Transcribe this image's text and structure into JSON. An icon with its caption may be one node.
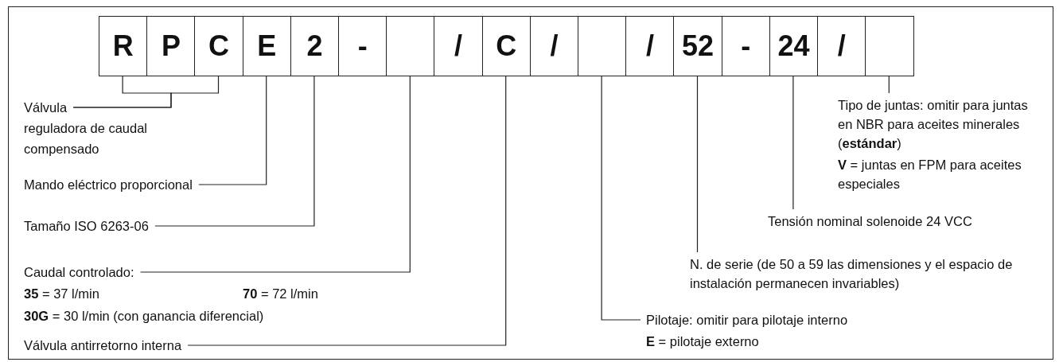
{
  "diagram": {
    "nodes": [
      {
        "text": [
          "R"
        ]
      },
      {
        "text": [
          "P"
        ]
      },
      {
        "text": [
          "C"
        ]
      },
      {
        "text": [
          "E"
        ]
      },
      {
        "text": [
          "2"
        ]
      },
      {
        "text": [
          "-"
        ]
      },
      {
        "text": [],
        "shape": "box"
      },
      {
        "text": [
          "/"
        ]
      },
      {
        "text": [
          "C"
        ]
      },
      {
        "text": [
          "/"
        ]
      },
      {
        "text": [],
        "shape": "box"
      },
      {
        "text": [
          "/"
        ]
      },
      {
        "text": [
          "52"
        ]
      },
      {
        "text": [
          "-"
        ]
      },
      {
        "text": [
          "24"
        ]
      },
      {
        "text": [
          "/"
        ]
      },
      {
        "text": [],
        "shape": "box"
      },
      {
        "text": [
          "Válvula reguladora de caudal compensado"
        ]
      },
      {
        "text": [
          "Mando eléctrico proporcional"
        ]
      },
      {
        "text": [
          "Tamaño ISO 6263-06"
        ]
      },
      {
        "text": [
          "Caudal controlado:",
          "**35** = 37 l/min",
          "**70** = 72 l/min",
          "**30G** = 30 l/min (con ganancia diferencial)"
        ]
      },
      {
        "text": [
          "Válvula antirretorno interna"
        ]
      },
      {
        "text": [
          "Pilotaje: omitir para pilotaje interno",
          "**E** = pilotaje externo"
        ]
      },
      {
        "text": [
          "N. de serie (de 50 a 59 las dimensiones y el espacio de instalación permanecen invariables)"
        ]
      },
      {
        "text": [
          "Tensión nominal solenoide 24 VCC"
        ]
      },
      {
        "text": [
          "Tipo de juntas: omitir para juntas en NBR para aceites minerales (**estándar**)",
          "**V** = juntas en FPM para aceites especiales"
        ]
      }
    ],
    "edges": [
      {
        "from": 17,
        "to": 0,
        "arrow": "none"
      },
      {
        "from": 17,
        "to": 2,
        "arrow": "none"
      },
      {
        "from": 18,
        "to": 3,
        "arrow": "none"
      },
      {
        "from": 19,
        "to": 4,
        "arrow": "none"
      },
      {
        "from": 20,
        "to": 6,
        "arrow": "none"
      },
      {
        "from": 21,
        "to": 8,
        "arrow": "none"
      },
      {
        "from": 22,
        "to": 10,
        "arrow": "none"
      },
      {
        "from": 23,
        "to": 12,
        "arrow": "none"
      },
      {
        "from": 24,
        "to": 14,
        "arrow": "none"
      },
      {
        "from": 25,
        "to": 16,
        "arrow": "none"
      }
    ]
  }
}
